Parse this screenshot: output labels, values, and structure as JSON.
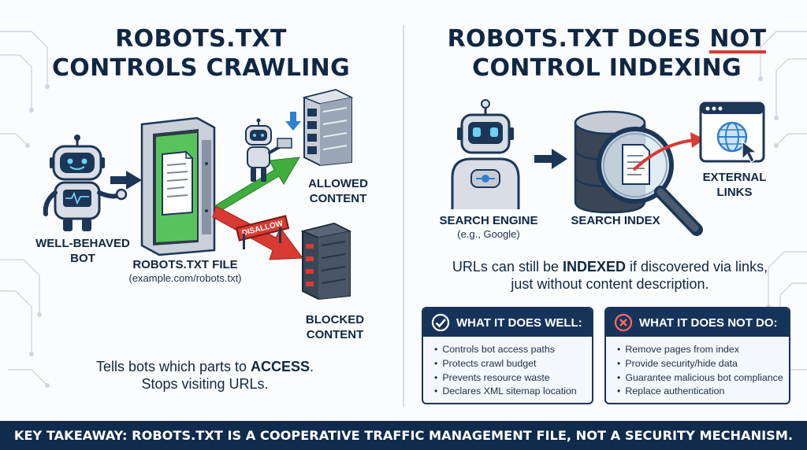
{
  "left": {
    "title_line1": "ROBOTS.TXT",
    "title_line2": "CONTROLS CRAWLING",
    "bot_label_line1": "WELL-BEHAVED",
    "bot_label_line2": "BOT",
    "file_label": "ROBOTS.TXT FILE",
    "file_sublabel": "(example.com/robots.txt)",
    "disallow_sign": "DISALLOW",
    "allowed_line1": "ALLOWED",
    "allowed_line2": "CONTENT",
    "blocked_line1": "BLOCKED",
    "blocked_line2": "CONTENT",
    "summary_pre": "Tells bots which parts to ",
    "summary_emph": "ACCESS",
    "summary_post": ".",
    "summary_line2": "Stops visiting URLs."
  },
  "right": {
    "title_line1_pre": "ROBOTS.TXT DOES ",
    "title_line1_emph": "NOT",
    "title_line2": "CONTROL INDEXING",
    "engine_label": "SEARCH ENGINE",
    "engine_sublabel": "(e.g., Google)",
    "index_label": "SEARCH INDEX",
    "links_line1": "EXTERNAL",
    "links_line2": "LINKS",
    "note_pre": "URLs can still be ",
    "note_emph": "INDEXED",
    "note_post": " if discovered via links,",
    "note_line2": "just without content description.",
    "does_well": {
      "heading": "WHAT IT DOES WELL:",
      "items": [
        "Controls bot access paths",
        "Protects crawl budget",
        "Prevents resource waste",
        "Declares XML sitemap location"
      ]
    },
    "does_not": {
      "heading": "WHAT IT DOES NOT DO:",
      "items": [
        "Remove pages from index",
        "Provide security/hide data",
        "Guarantee malicious bot compliance",
        "Replace authentication"
      ]
    }
  },
  "takeaway": "KEY TAKEAWAY: ROBOTS.TXT IS A COOPERATIVE TRAFFIC MANAGEMENT FILE, NOT A SECURITY MECHANISM.",
  "colors": {
    "navy": "#0f2744",
    "allow_green": "#3fae3c",
    "block_red": "#d93a32",
    "server_dark": "#3a4656",
    "server_light": "#c5ccd6"
  }
}
